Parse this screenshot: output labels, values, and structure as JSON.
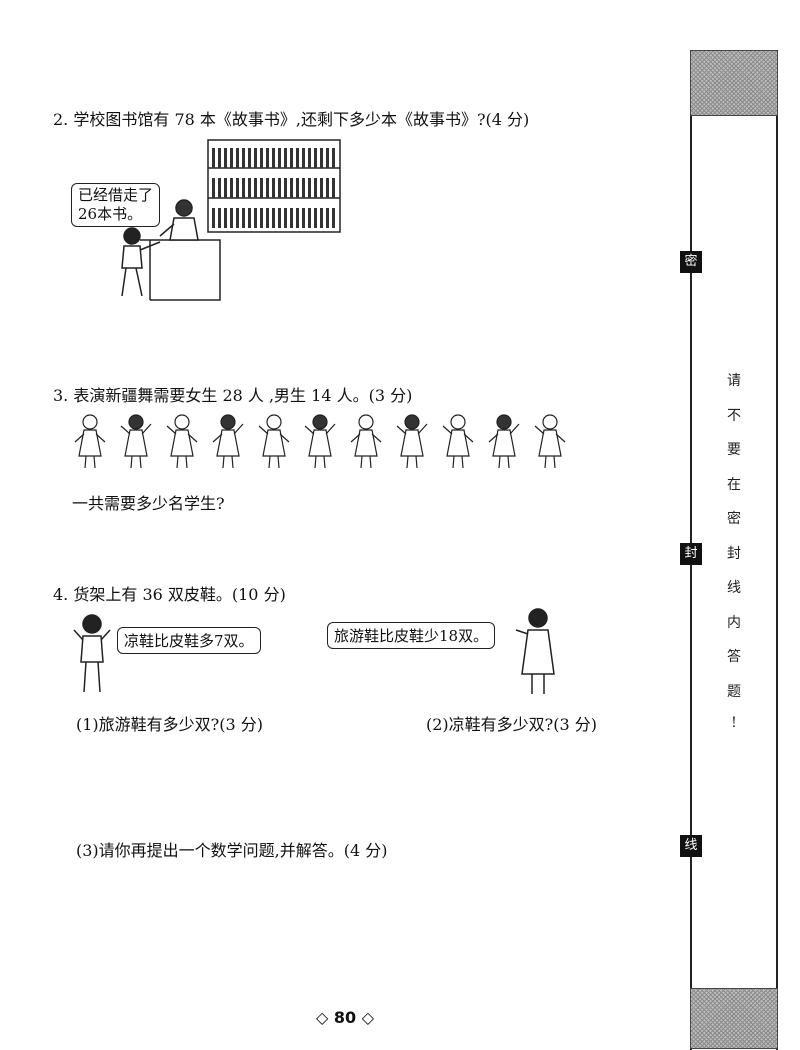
{
  "questions": {
    "q2": {
      "text": "2. 学校图书馆有 78 本《故事书》,还剩下多少本《故事书》?(4 分)",
      "bubble_line1": "已经借走了",
      "bubble_line2": "26本书。"
    },
    "q3": {
      "text": "3. 表演新疆舞需要女生 28 人 ,男生 14 人。(3 分)",
      "ask": "一共需要多少名学生?"
    },
    "q4": {
      "text": "4. 货架上有 36 双皮鞋。(10 分)",
      "bubble_left": "凉鞋比皮鞋多7双。",
      "bubble_right": "旅游鞋比皮鞋少18双。",
      "sub1": "(1)旅游鞋有多少双?(3 分)",
      "sub2": "(2)凉鞋有多少双?(3 分)",
      "sub3": "(3)请你再提出一个数学问题,并解答。(4 分)"
    }
  },
  "side": {
    "seal_top": "密",
    "seal_mid": "封",
    "seal_bottom": "线",
    "vertical_chars": [
      "请",
      "不",
      "要",
      "在",
      "密",
      "封",
      "线",
      "内",
      "答",
      "题",
      "!"
    ]
  },
  "footer": {
    "page_label": "◇ 80 ◇"
  }
}
